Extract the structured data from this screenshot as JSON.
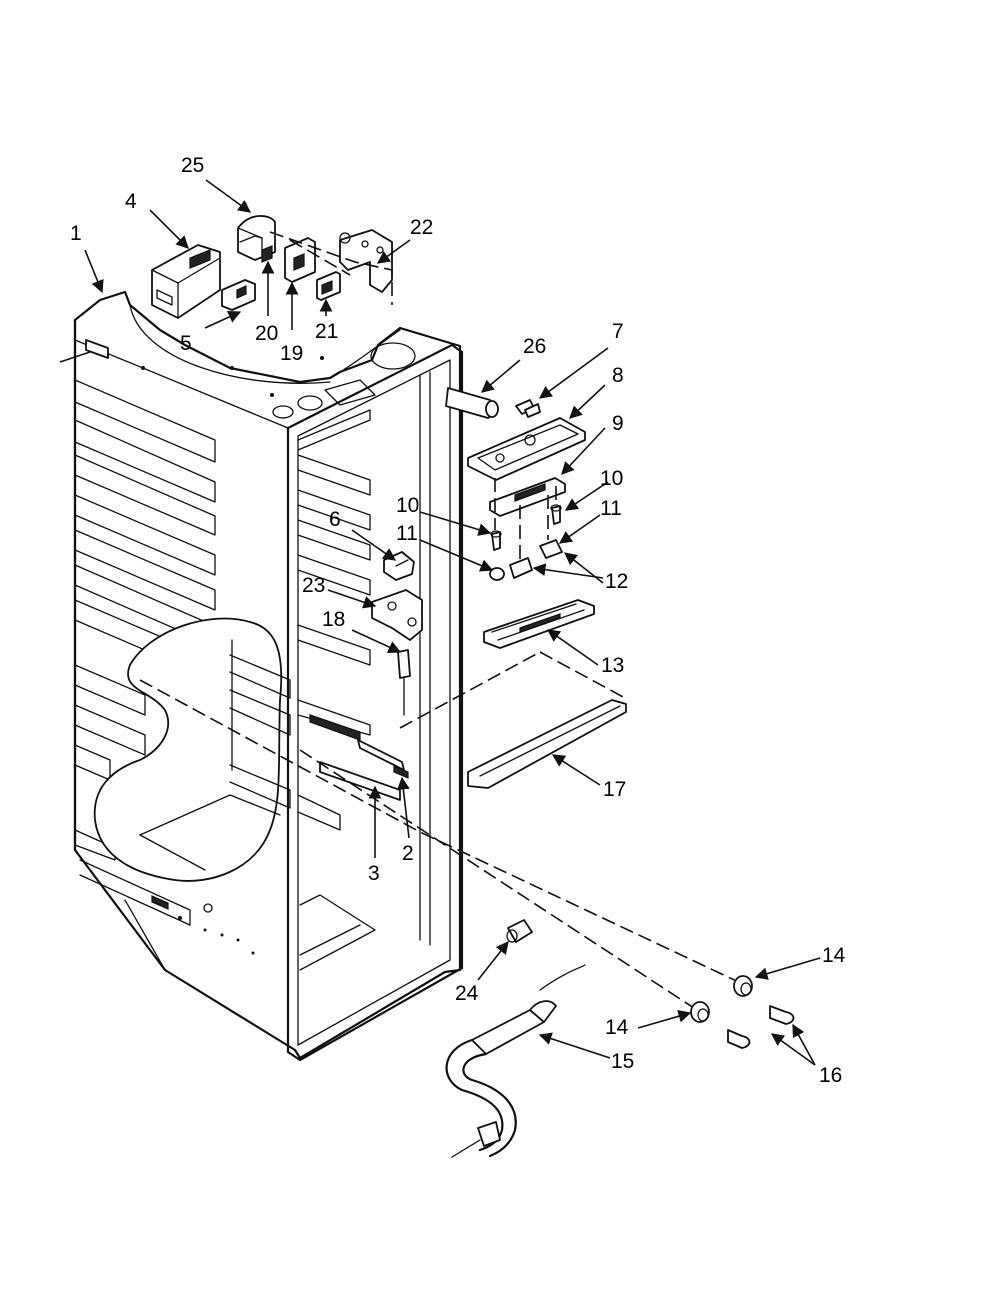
{
  "diagram": {
    "callouts": [
      "1",
      "2",
      "3",
      "4",
      "5",
      "6",
      "7",
      "8",
      "9",
      "10",
      "10",
      "11",
      "11",
      "12",
      "13",
      "14",
      "14",
      "15",
      "16",
      "17",
      "18",
      "19",
      "20",
      "21",
      "22",
      "23",
      "24",
      "25",
      "26"
    ]
  }
}
